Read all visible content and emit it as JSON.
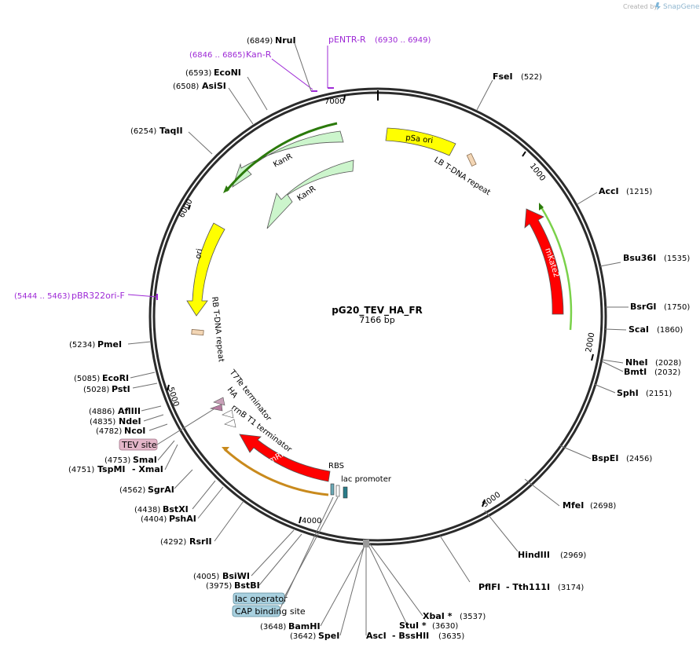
{
  "branding": {
    "created_by": "Created by",
    "brand": "SnapGene"
  },
  "plasmid": {
    "name": "pG20_TEV_HA_FR",
    "length": "7166 bp"
  },
  "ring_ticks": [
    "1000",
    "2000",
    "3000",
    "4000",
    "5000",
    "6000",
    "7000"
  ],
  "features": {
    "psa_ori": "pSa ori",
    "lb_repeat": "LB T-DNA repeat",
    "kanr_outer": "KanR",
    "kanr_inner": "KanR",
    "ori": "ori",
    "rb_repeat": "RB T-DNA repeat",
    "mkate2": "mKate2",
    "mrfp1": "mRFP1",
    "t7te": "T7Te terminator",
    "ha": "HA",
    "rrnb": "rrnB T1 terminator",
    "rbs": "RBS",
    "lac_promoter": "lac promoter"
  },
  "badges": {
    "tev_site": "TEV site",
    "lac_operator": "lac operator",
    "cap_site": "CAP binding site"
  },
  "primers": {
    "kan_r": {
      "name": "Kan-R",
      "range": "(6846 .. 6865)"
    },
    "pentr_r": {
      "name": "pENTR-R",
      "range": "(6930 .. 6949)"
    },
    "pbr322": {
      "name": "pBR322ori-F",
      "range": "(5444 .. 5463)"
    }
  },
  "sites": {
    "nrui": {
      "name": "NruI",
      "pos": "(6849)"
    },
    "econi": {
      "name": "EcoNI",
      "pos": "(6593)"
    },
    "asisi": {
      "name": "AsiSI",
      "pos": "(6508)"
    },
    "taqii": {
      "name": "TaqII",
      "pos": "(6254)"
    },
    "pmei": {
      "name": "PmeI",
      "pos": "(5234)"
    },
    "ecori": {
      "name": "EcoRI",
      "pos": "(5085)"
    },
    "psti": {
      "name": "PstI",
      "pos": "(5028)"
    },
    "afliii": {
      "name": "AflIII",
      "pos": "(4886)"
    },
    "ndei": {
      "name": "NdeI",
      "pos": "(4835)"
    },
    "ncoi": {
      "name": "NcoI",
      "pos": "(4782)"
    },
    "smai": {
      "name": "SmaI",
      "pos": "(4753)"
    },
    "tspmi": {
      "name": "TspMI",
      "pos": "(4751)",
      "extra": "- XmaI"
    },
    "sgrai": {
      "name": "SgrAI",
      "pos": "(4562)"
    },
    "bstxi": {
      "name": "BstXI",
      "pos": "(4438)"
    },
    "pshai": {
      "name": "PshAI",
      "pos": "(4404)"
    },
    "rsrii": {
      "name": "RsrII",
      "pos": "(4292)"
    },
    "bsiwi": {
      "name": "BsiWI",
      "pos": "(4005)"
    },
    "bstbi": {
      "name": "BstBI",
      "pos": "(3975)"
    },
    "bamhi": {
      "name": "BamHI",
      "pos": "(3648)"
    },
    "spei": {
      "name": "SpeI",
      "pos": "(3642)"
    },
    "asci": {
      "name": "AscI",
      "pos": "(3635)",
      "extra": "- BssHII"
    },
    "stui": {
      "name": "StuI *",
      "pos": "(3630)"
    },
    "xbai": {
      "name": "XbaI *",
      "pos": "(3537)"
    },
    "pflfi": {
      "name": "PflFI",
      "pos": "(3174)",
      "extra": "- Tth111I"
    },
    "hindiii": {
      "name": "HindIII",
      "pos": "(2969)"
    },
    "mfei": {
      "name": "MfeI",
      "pos": "(2698)"
    },
    "bspei": {
      "name": "BspEI",
      "pos": "(2456)"
    },
    "sphi": {
      "name": "SphI",
      "pos": "(2151)"
    },
    "bmti": {
      "name": "BmtI",
      "pos": "(2032)"
    },
    "nhei": {
      "name": "NheI",
      "pos": "(2028)"
    },
    "scai": {
      "name": "ScaI",
      "pos": "(1860)"
    },
    "bsrgi": {
      "name": "BsrGI",
      "pos": "(1750)"
    },
    "bsu36i": {
      "name": "Bsu36I",
      "pos": "(1535)"
    },
    "acci": {
      "name": "AccI",
      "pos": "(1215)"
    },
    "fsei": {
      "name": "FseI",
      "pos": "(522)"
    }
  },
  "colors": {
    "ring": "#2b2b2b",
    "yellow": "#ffff00",
    "kanr": "#ccf5cc",
    "red": "#ff0000",
    "primer": "#9e2ad6",
    "badge_pink": "#e4b7c9",
    "badge_blue": "#a8d0df"
  }
}
